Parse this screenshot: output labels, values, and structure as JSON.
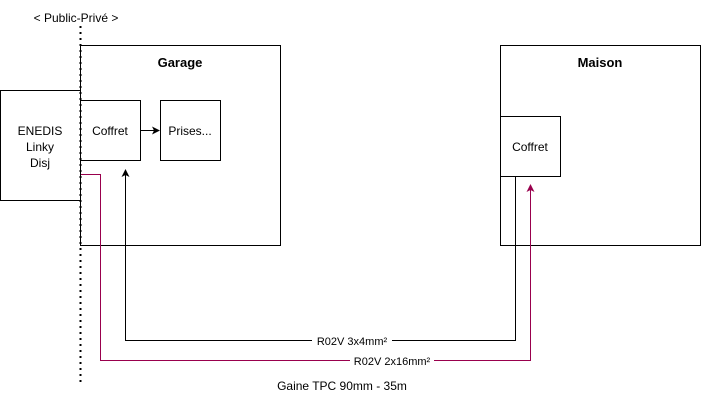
{
  "diagram": {
    "boundary_label": "< Public-Privé >",
    "enedis": {
      "lines": [
        "ENEDIS",
        "Linky",
        "Disj"
      ]
    },
    "garage": {
      "title": "Garage",
      "coffret": "Coffret",
      "prises": "Prises..."
    },
    "maison": {
      "title": "Maison",
      "coffret": "Coffret"
    },
    "cables": {
      "black_cable": "R02V 3x4mm²",
      "red_cable": "R02V 2x16mm²"
    },
    "conduit_label": "Gaine TPC 90mm - 35m",
    "colors": {
      "line": "#000000",
      "red_cable": "#99004D",
      "background": "#FFFFFF"
    }
  }
}
